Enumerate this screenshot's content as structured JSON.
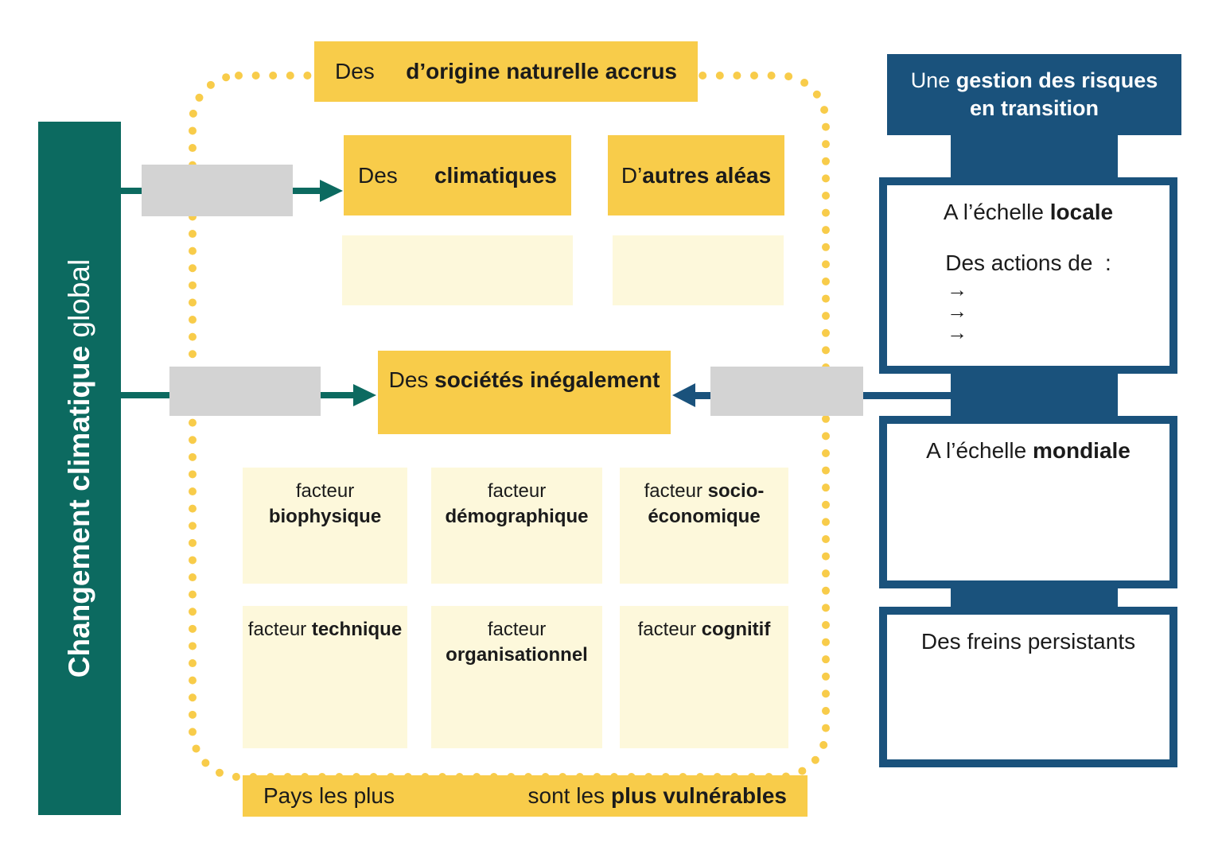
{
  "colors": {
    "yellow": "#F8CC4A",
    "pale_yellow": "#FDF8DB",
    "teal": "#0C6A60",
    "blue": "#1A527C",
    "gray": "#D3D3D3",
    "text": "#1B1B1B"
  },
  "left_bar": {
    "bold": "Changement climatique",
    "regular": "global"
  },
  "boxes": {
    "natural_hazards": {
      "prefix": "Des",
      "bold": "d’origine naturelle accrus"
    },
    "climate_hazards": {
      "prefix": "Des",
      "bold": "climatiques"
    },
    "other_hazards": {
      "prefix": "D’",
      "bold": "autres aléas"
    },
    "societies": {
      "prefix": "Des",
      "bold": "sociétés inégalement"
    },
    "vulnerable": {
      "left": "Pays les plus",
      "mid": "sont les",
      "bold": "plus vulnérables"
    }
  },
  "factors": [
    {
      "l1r": "facteur",
      "l1b": "biophysique",
      "l2b": ""
    },
    {
      "l1r": "facteur",
      "l1b": "",
      "l2b": "démographique"
    },
    {
      "l1r": "facteur",
      "l1b": "socio-",
      "l2b": "économique"
    },
    {
      "l1r": "facteur",
      "l1b": "technique",
      "l2b": ""
    },
    {
      "l1r": "facteur",
      "l1b": "",
      "l2b": "organisationnel"
    },
    {
      "l1r": "facteur",
      "l1b": "cognitif",
      "l2b": ""
    }
  ],
  "right_panel": {
    "header": {
      "prefix": "Une",
      "bold": "gestion des risques en transition"
    },
    "local_scale": {
      "prefix": "A l’échelle",
      "bold": "locale",
      "actions": "Des actions de  :",
      "bullets": [
        "→",
        "→",
        "→"
      ]
    },
    "global_scale": {
      "prefix": "A l’échelle",
      "bold": "mondiale"
    },
    "brakes": {
      "label": "Des freins persistants"
    }
  }
}
